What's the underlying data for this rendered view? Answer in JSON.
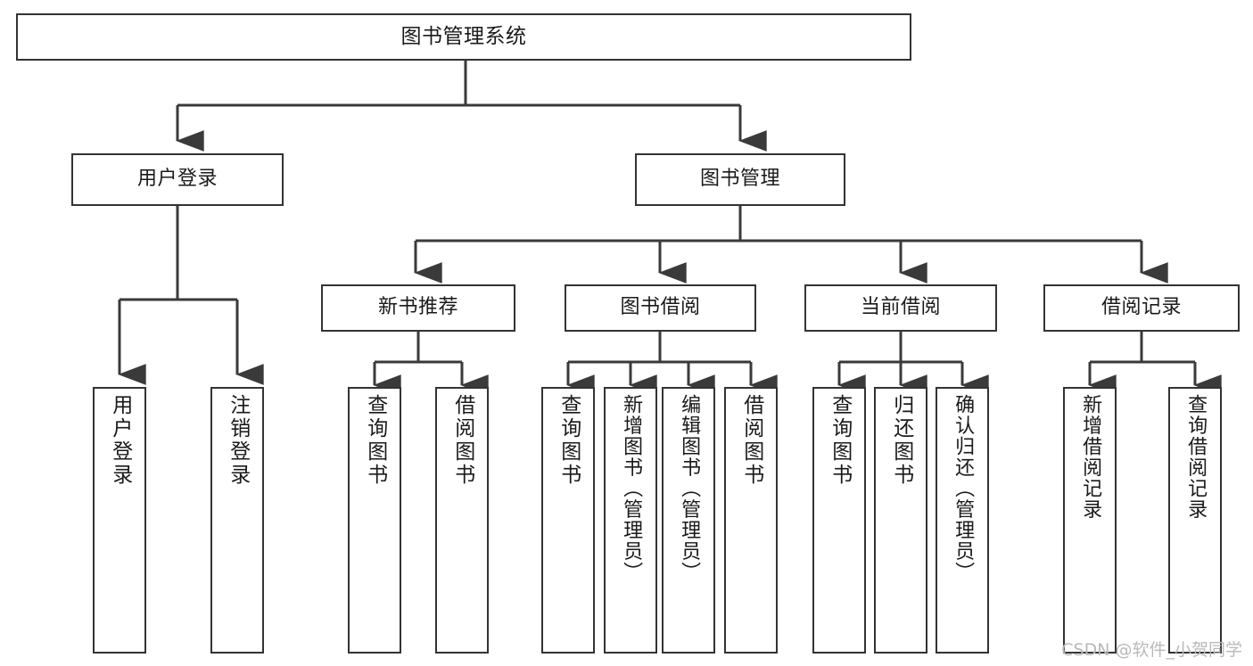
{
  "diagram": {
    "type": "tree-hierarchy",
    "title": "图书管理系统",
    "watermark": "CSDN @软件_小贺同学",
    "colors": {
      "box_border": "#333333",
      "box_fill": "#ffffff",
      "connector": "#3a3a3a",
      "text": "#1a1a1a",
      "watermark": "#b9b9b9",
      "background": "#ffffff"
    },
    "nodes": {
      "root": {
        "label": "图书管理系统"
      },
      "tier2": [
        {
          "label": "用户登录"
        },
        {
          "label": "图书管理"
        }
      ],
      "tier3": [
        {
          "label": "新书推荐"
        },
        {
          "label": "图书借阅"
        },
        {
          "label": "当前借阅"
        },
        {
          "label": "借阅记录"
        }
      ],
      "leaves": {
        "user_login": [
          {
            "label": "用户登录"
          },
          {
            "label": "注销登录"
          }
        ],
        "new_book": [
          {
            "label": "查询图书"
          },
          {
            "label": "借阅图书"
          }
        ],
        "book_borrow": [
          {
            "label": "查询图书"
          },
          {
            "label": "新增图书（管理员）"
          },
          {
            "label": "编辑图书（管理员）"
          },
          {
            "label": "借阅图书"
          }
        ],
        "current_borrow": [
          {
            "label": "查询图书"
          },
          {
            "label": "归还图书"
          },
          {
            "label": "确认归还（管理员）"
          }
        ],
        "borrow_record": [
          {
            "label": "新增借阅记录"
          },
          {
            "label": "查询借阅记录"
          }
        ]
      }
    }
  }
}
